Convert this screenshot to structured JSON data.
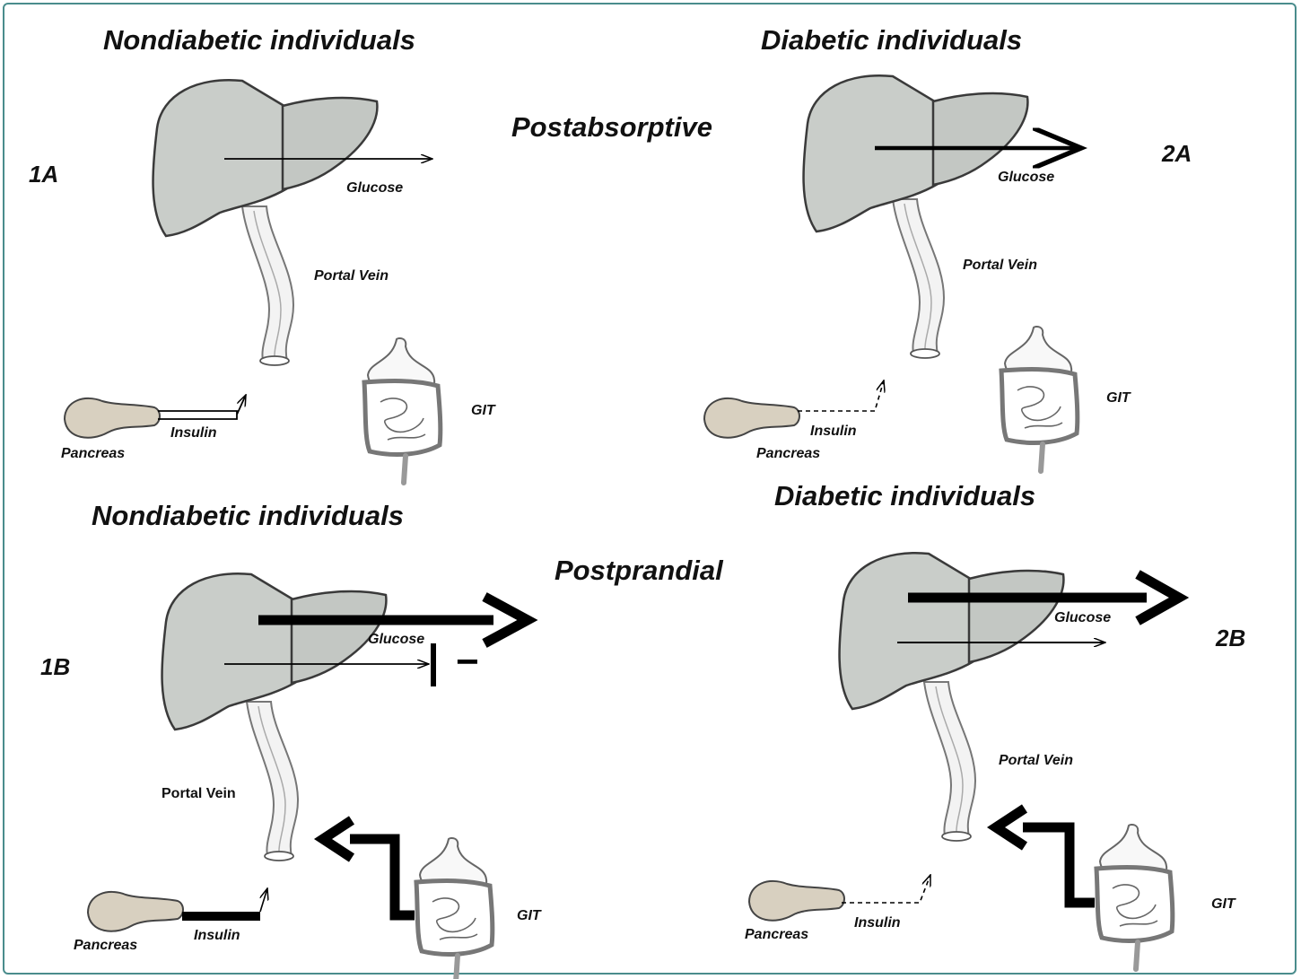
{
  "headers": {
    "nondiabetic_top": "Nondiabetic individuals",
    "diabetic_top": "Diabetic individuals",
    "nondiabetic_bottom": "Nondiabetic individuals",
    "diabetic_bottom": "Diabetic individuals"
  },
  "phases": {
    "postabsorptive": "Postabsorptive",
    "postprandial": "Postprandial"
  },
  "panels": {
    "p1a": {
      "id": "1A",
      "glucose": "Glucose",
      "portal_vein": "Portal Vein",
      "insulin": "Insulin",
      "pancreas": "Pancreas",
      "git": "GIT"
    },
    "p2a": {
      "id": "2A",
      "glucose": "Glucose",
      "portal_vein": "Portal Vein",
      "insulin": "Insulin",
      "pancreas": "Pancreas",
      "git": "GIT"
    },
    "p1b": {
      "id": "1B",
      "glucose": "Glucose",
      "portal_vein": "Portal Vein",
      "insulin": "Insulin",
      "pancreas": "Pancreas",
      "git": "GIT",
      "inhibition_sign": "−"
    },
    "p2b": {
      "id": "2B",
      "glucose": "Glucose",
      "portal_vein": "Portal Vein",
      "insulin": "Insulin",
      "pancreas": "Pancreas",
      "git": "GIT"
    }
  },
  "colors": {
    "frame": "#4a8c8c",
    "liver": "#c9cdc9",
    "arrow": "#000000"
  }
}
